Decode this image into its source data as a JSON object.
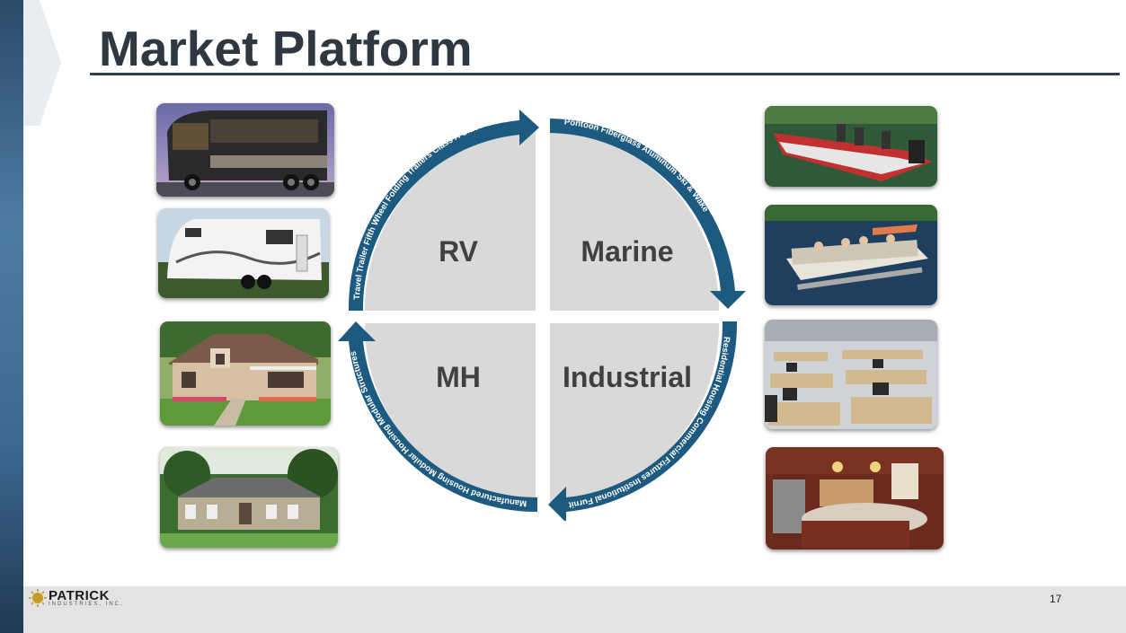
{
  "slide": {
    "title": "Market Platform",
    "page_number": "17"
  },
  "logo": {
    "name": "PATRICK",
    "subtitle": "INDUSTRIES, INC."
  },
  "quadrants": {
    "top_left": "RV",
    "top_right": "Marine",
    "bottom_left": "MH",
    "bottom_right": "Industrial"
  },
  "arc_labels": {
    "rv": "Travel Trailer  Fifth Wheel  Folding Trailers  Class A  Class C",
    "marine": "Pontoon    Fiberglass    Aluminum    Ski & Wake",
    "industrial": "Residential Housing  Commercial Fixtures  Institutional Furniture",
    "mh": "Manufactured Housing   Modular Housing   Modular Structures"
  },
  "colors": {
    "arrow": "#1d5a80",
    "quadrant": "#d9d9d9",
    "title": "#2f3740",
    "sidebar": "#3d6891"
  },
  "photos": [
    {
      "id": "motorhome",
      "icon": "motorhome-photo"
    },
    {
      "id": "travel-trailer",
      "icon": "travel-trailer-photo"
    },
    {
      "id": "manufactured-home",
      "icon": "house-photo"
    },
    {
      "id": "modular-home",
      "icon": "house-photo"
    },
    {
      "id": "fishing-boat",
      "icon": "boat-photo"
    },
    {
      "id": "pontoon-boat",
      "icon": "pontoon-photo"
    },
    {
      "id": "classroom",
      "icon": "desks-photo"
    },
    {
      "id": "kitchen",
      "icon": "kitchen-photo"
    }
  ]
}
